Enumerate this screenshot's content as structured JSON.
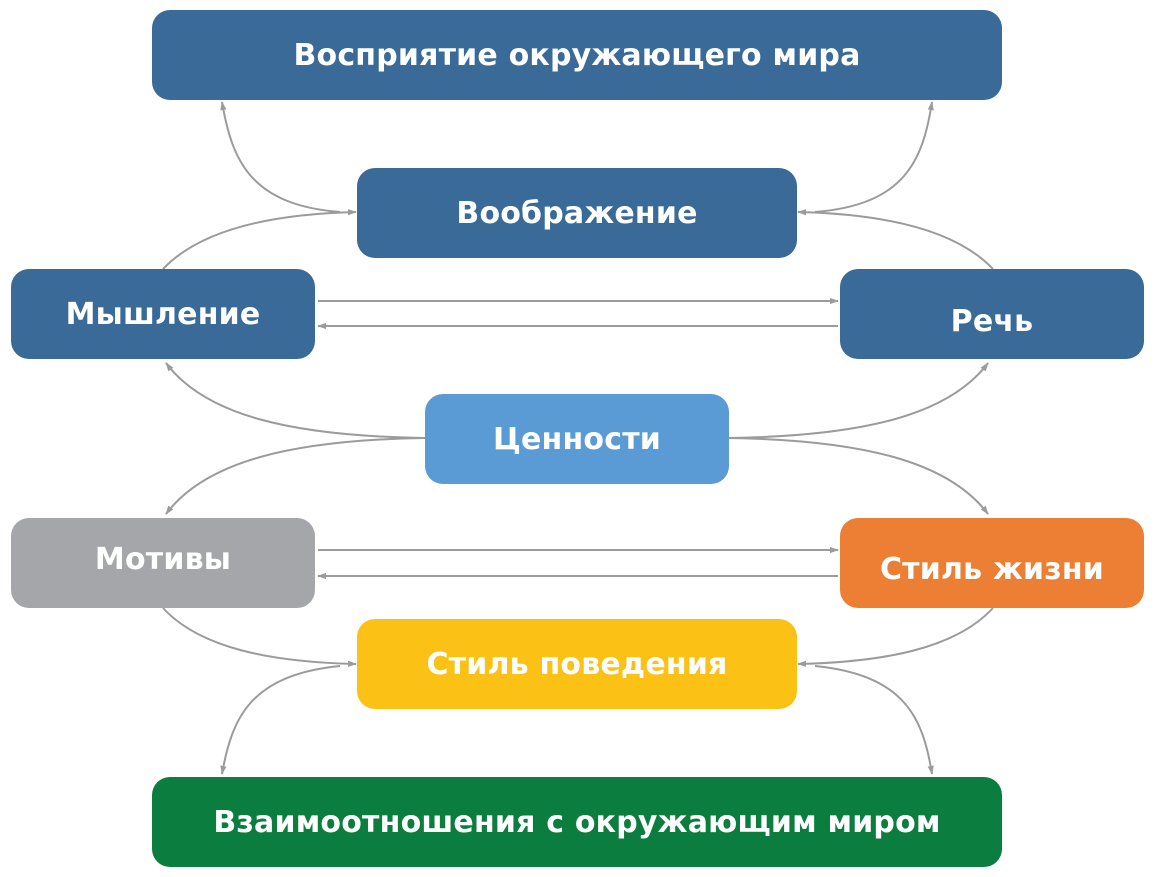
{
  "colors": {
    "dark_blue": "#396a98",
    "light_blue": "#5b9bd5",
    "gray": "#a5a6a9",
    "orange": "#ec7f33",
    "yellow": "#fbc114",
    "green": "#0b7e3f",
    "arrow": "#9b9b9b",
    "text": "#ffffff"
  },
  "nodes": {
    "perception": {
      "label": "Восприятие окружающего мира",
      "color": "#396a98"
    },
    "imagination": {
      "label": "Воображение",
      "color": "#396a98"
    },
    "thinking": {
      "label": "Мышление",
      "color": "#396a98"
    },
    "speech": {
      "label": "Речь",
      "color": "#396a98"
    },
    "values": {
      "label": "Ценности",
      "color": "#5b9bd5"
    },
    "motives": {
      "label": "Мотивы",
      "color": "#a5a6a9"
    },
    "lifestyle": {
      "label": "Стиль жизни",
      "color": "#ec7f33"
    },
    "behavior": {
      "label": "Стиль поведения",
      "color": "#fbc114"
    },
    "relations": {
      "label": "Взаимоотношения с окружающим миром",
      "color": "#0b7e3f"
    }
  },
  "edges": [
    {
      "from": "imagination",
      "to": "perception"
    },
    {
      "from": "imagination",
      "to": "perception"
    },
    {
      "from": "thinking",
      "to": "imagination"
    },
    {
      "from": "speech",
      "to": "imagination"
    },
    {
      "from": "thinking",
      "to": "speech"
    },
    {
      "from": "speech",
      "to": "thinking"
    },
    {
      "from": "values",
      "to": "thinking"
    },
    {
      "from": "values",
      "to": "speech"
    },
    {
      "from": "values",
      "to": "motives"
    },
    {
      "from": "values",
      "to": "lifestyle"
    },
    {
      "from": "motives",
      "to": "lifestyle"
    },
    {
      "from": "lifestyle",
      "to": "motives"
    },
    {
      "from": "motives",
      "to": "behavior"
    },
    {
      "from": "lifestyle",
      "to": "behavior"
    },
    {
      "from": "behavior",
      "to": "relations"
    },
    {
      "from": "behavior",
      "to": "relations"
    }
  ]
}
